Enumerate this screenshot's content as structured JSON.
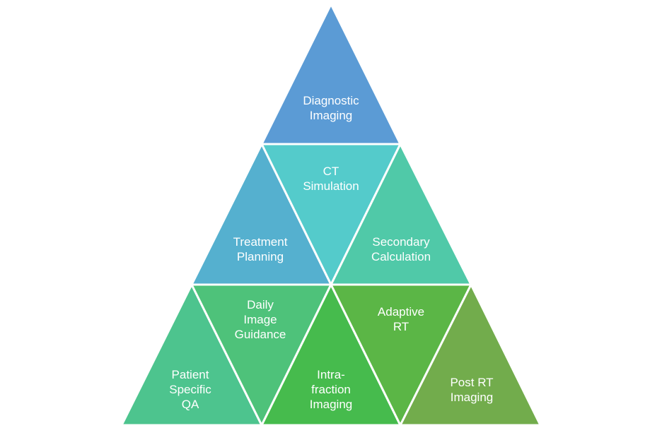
{
  "pyramid": {
    "triangles": [
      {
        "id": "diagnostic-imaging",
        "label": "Diagnostic\nImaging",
        "color": "#5b9bd5"
      },
      {
        "id": "ct-simulation",
        "label": "CT\nSimulation",
        "color": "#54cbcb"
      },
      {
        "id": "treatment-planning",
        "label": "Treatment\nPlanning",
        "color": "#55b0cf"
      },
      {
        "id": "secondary-calculation",
        "label": "Secondary\nCalculation",
        "color": "#50c9a8"
      },
      {
        "id": "patient-specific-qa",
        "label": "Patient\nSpecific\nQA",
        "color": "#4dc48e"
      },
      {
        "id": "daily-image-guidance",
        "label": "Daily\nImage\nGuidance",
        "color": "#4ec27a"
      },
      {
        "id": "intra-fraction-imaging",
        "label": "Intra-\nfraction\nImaging",
        "color": "#46bb4d"
      },
      {
        "id": "adaptive-rt",
        "label": "Adaptive\nRT",
        "color": "#5bb646"
      },
      {
        "id": "post-rt-imaging",
        "label": "Post RT\nImaging",
        "color": "#72ac4c"
      }
    ]
  }
}
